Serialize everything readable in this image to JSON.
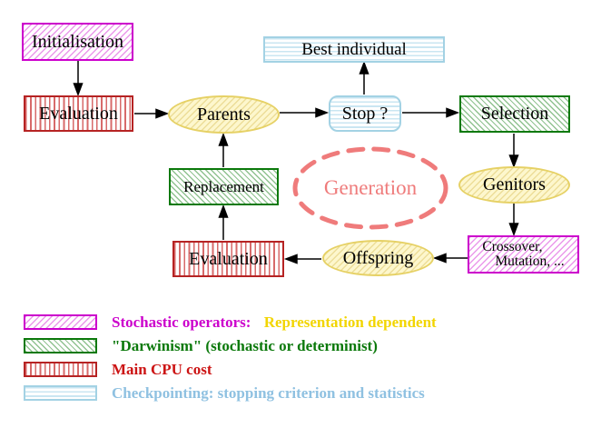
{
  "nodes": {
    "initialisation": {
      "label": "Initialisation",
      "pattern": "magenta-diagonal-hatch"
    },
    "evaluation_top": {
      "label": "Evaluation",
      "pattern": "red-vertical-stripes"
    },
    "parents": {
      "label": "Parents",
      "pattern": "yellow-hatch-ellipse"
    },
    "best_individual": {
      "label": "Best individual",
      "pattern": "cyan-horizontal-stripes"
    },
    "stop": {
      "label": "Stop ?",
      "pattern": "cyan-horizontal-stripes"
    },
    "selection": {
      "label": "Selection",
      "pattern": "green-diagonal-hatch"
    },
    "replacement": {
      "label": "Replacement",
      "pattern": "green-diagonal-hatch"
    },
    "generation": {
      "label": "Generation",
      "color": "#ef7b7b"
    },
    "genitors": {
      "label": "Genitors",
      "pattern": "yellow-hatch-ellipse"
    },
    "evaluation_bottom": {
      "label": "Evaluation",
      "pattern": "red-vertical-stripes"
    },
    "offspring": {
      "label": "Offspring",
      "pattern": "yellow-hatch-ellipse"
    },
    "crossover_mutation": {
      "label_line1": "Crossover,",
      "label_line2": "Mutation, ...",
      "pattern": "magenta-diagonal-hatch"
    }
  },
  "legend": {
    "items": [
      {
        "swatch": "magenta-diagonal-hatch",
        "segments": [
          {
            "text": "Stochastic operators:",
            "color": "#cc00cc"
          },
          {
            "text": "Representation dependent",
            "color": "#f2d500"
          }
        ]
      },
      {
        "swatch": "green-diagonal-hatch",
        "segments": [
          {
            "text": "\"Darwinism\" (stochastic or determinist)",
            "color": "#0b790b"
          }
        ]
      },
      {
        "swatch": "red-vertical-stripes",
        "segments": [
          {
            "text": "Main CPU cost",
            "color": "#cc1414"
          }
        ]
      },
      {
        "swatch": "cyan-horizontal-stripes",
        "segments": [
          {
            "text": "Checkpointing: stopping criterion and statistics",
            "color": "#8fc1e1"
          }
        ]
      }
    ]
  },
  "colors": {
    "stochastic_magenta": "#cc00cc",
    "darwinism_green": "#0b790b",
    "cpu_red": "#b62323",
    "checkpoint_cyan": "#a3d2e4",
    "node_yellow_border": "#e6d165",
    "node_yellow_fill": "#fdf7cd",
    "generation_salmon": "#ef7b7b",
    "arrow_black": "#000000",
    "background": "#ffffff"
  }
}
